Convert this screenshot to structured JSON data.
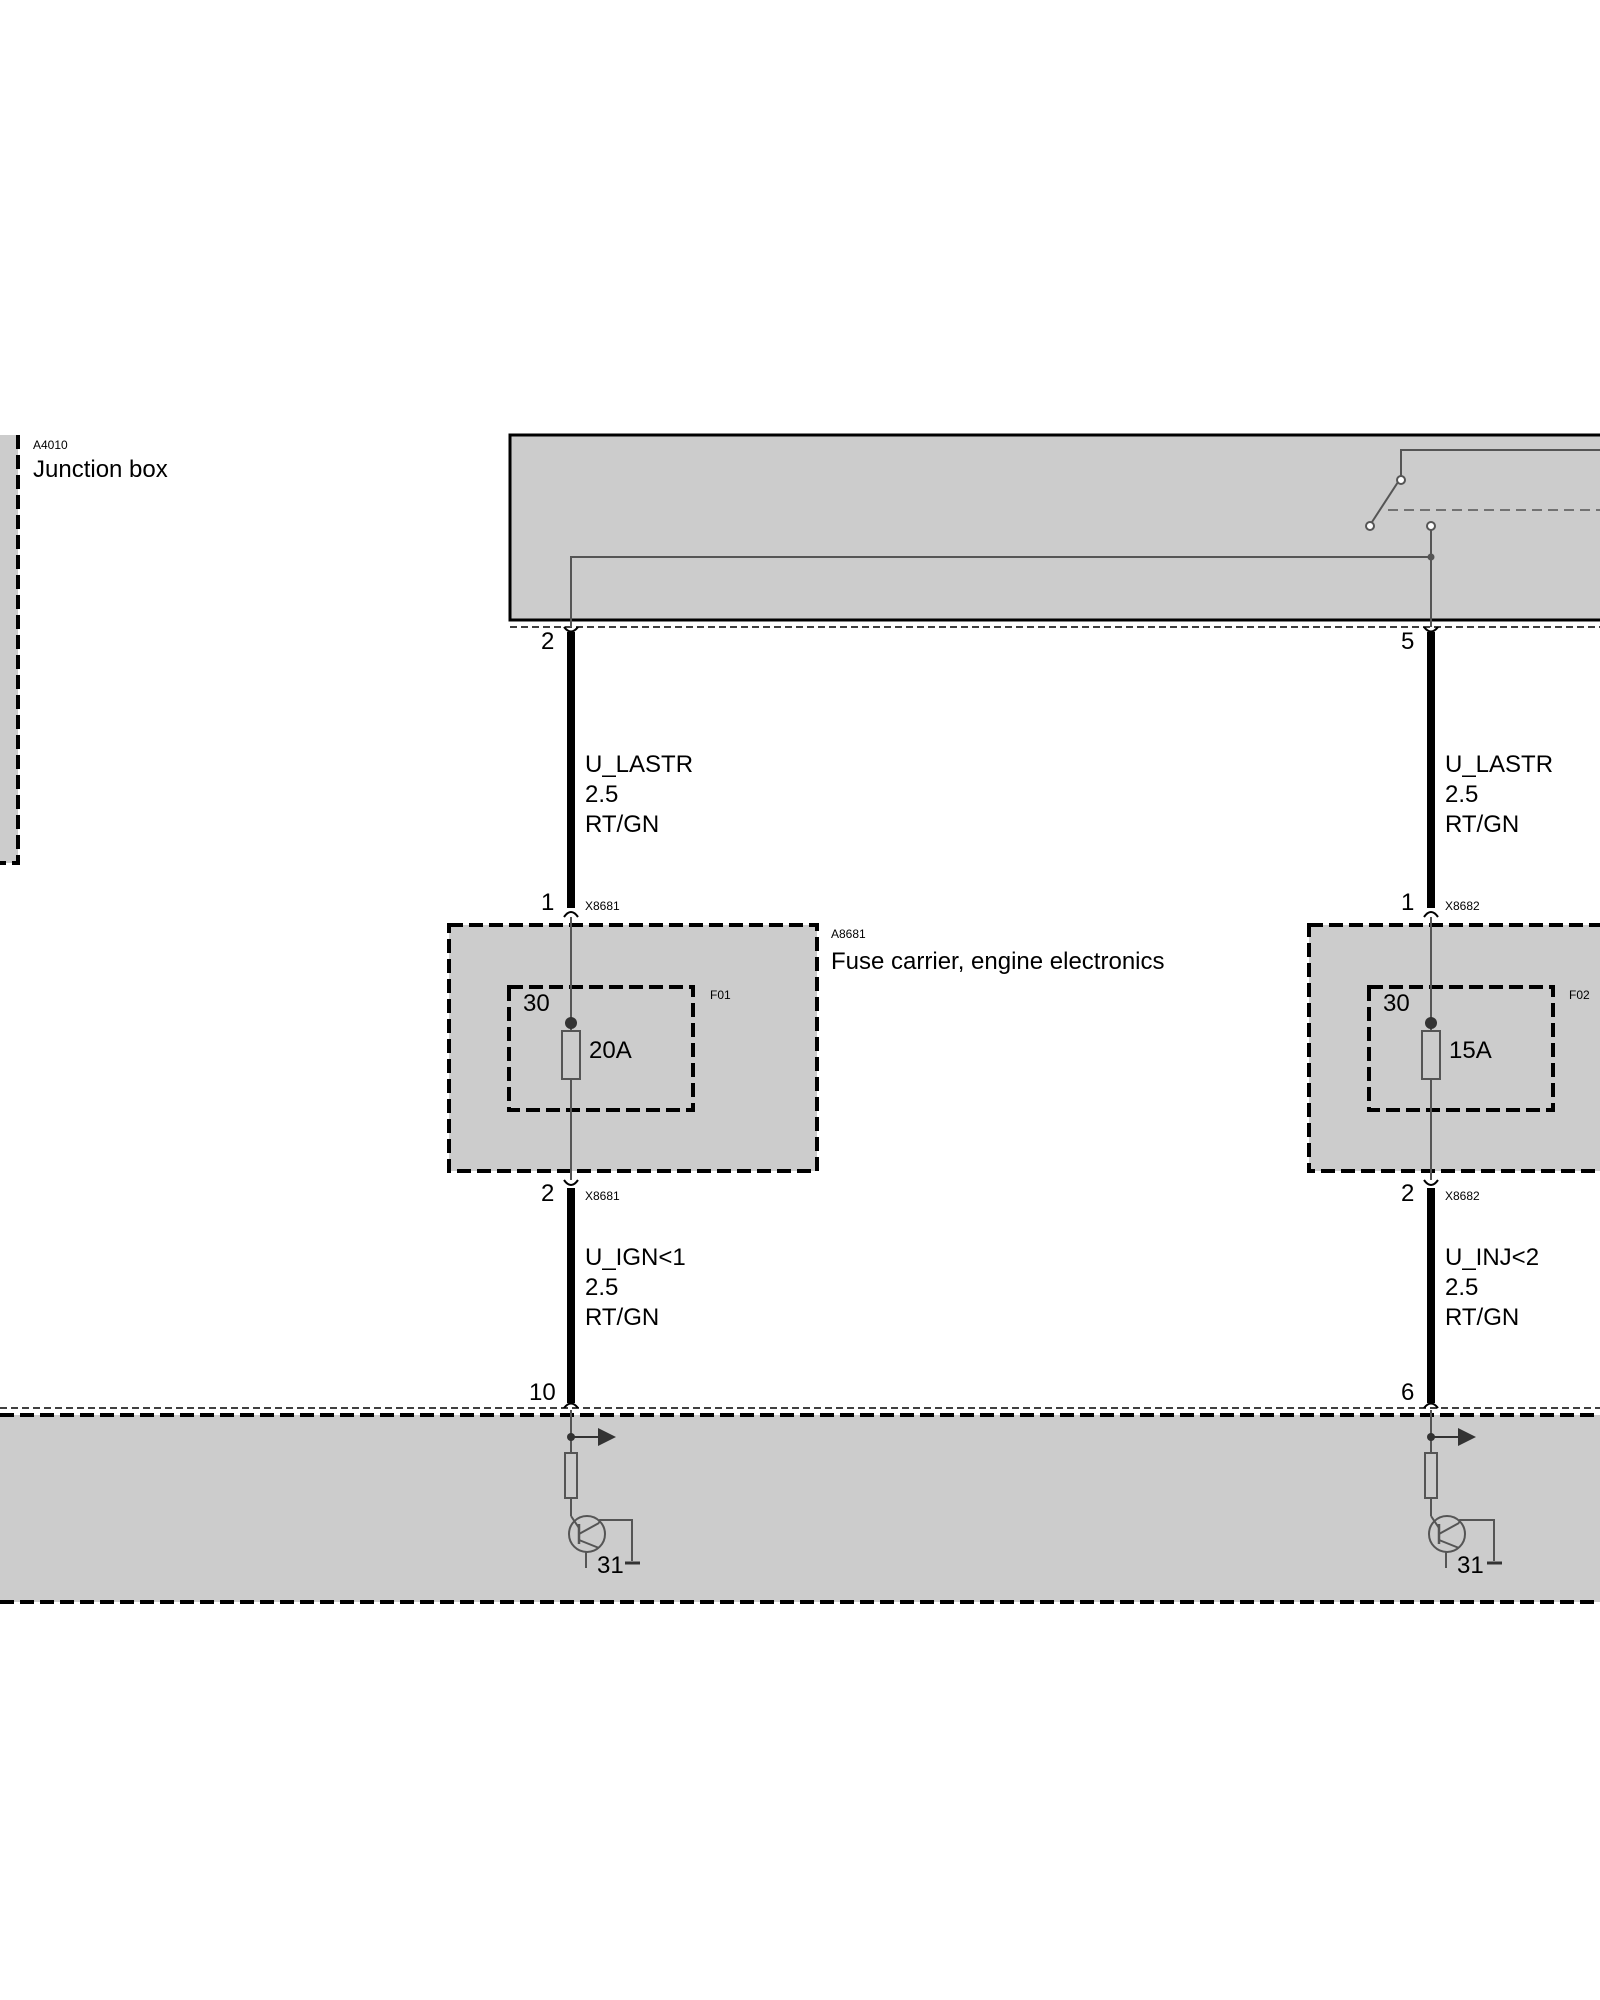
{
  "junction_box": {
    "id": "A4010",
    "name": "Junction box",
    "pins": {
      "left": "2",
      "right": "5"
    }
  },
  "fuse_carrier": {
    "id": "A8681",
    "name": "Fuse carrier, engine electronics"
  },
  "circuits": [
    {
      "upper_wire": {
        "signal": "U_LASTR",
        "gauge": "2.5",
        "color": "RT/GN"
      },
      "connector": "X8681",
      "connector_bottom": "X8681",
      "pin_top": "1",
      "pin_bottom": "2",
      "fuse": {
        "id": "F01",
        "terminal": "30",
        "rating": "20A"
      },
      "lower_wire": {
        "signal": "U_IGN<1",
        "gauge": "2.5",
        "color": "RT/GN"
      },
      "ecu_pin": "10",
      "ground": "31"
    },
    {
      "upper_wire": {
        "signal": "U_LASTR",
        "gauge": "2.5",
        "color": "RT/GN"
      },
      "connector": "X8682",
      "connector_bottom": "X8682",
      "pin_top": "1",
      "pin_bottom": "2",
      "fuse": {
        "id": "F02",
        "terminal": "30",
        "rating": "15A"
      },
      "lower_wire": {
        "signal": "U_INJ<2",
        "gauge": "2.5",
        "color": "RT/GN"
      },
      "ecu_pin": "6",
      "ground": "31"
    }
  ],
  "colors": {
    "fill": "#cccccc",
    "stroke": "#000000",
    "thin_wire": "#555555"
  }
}
